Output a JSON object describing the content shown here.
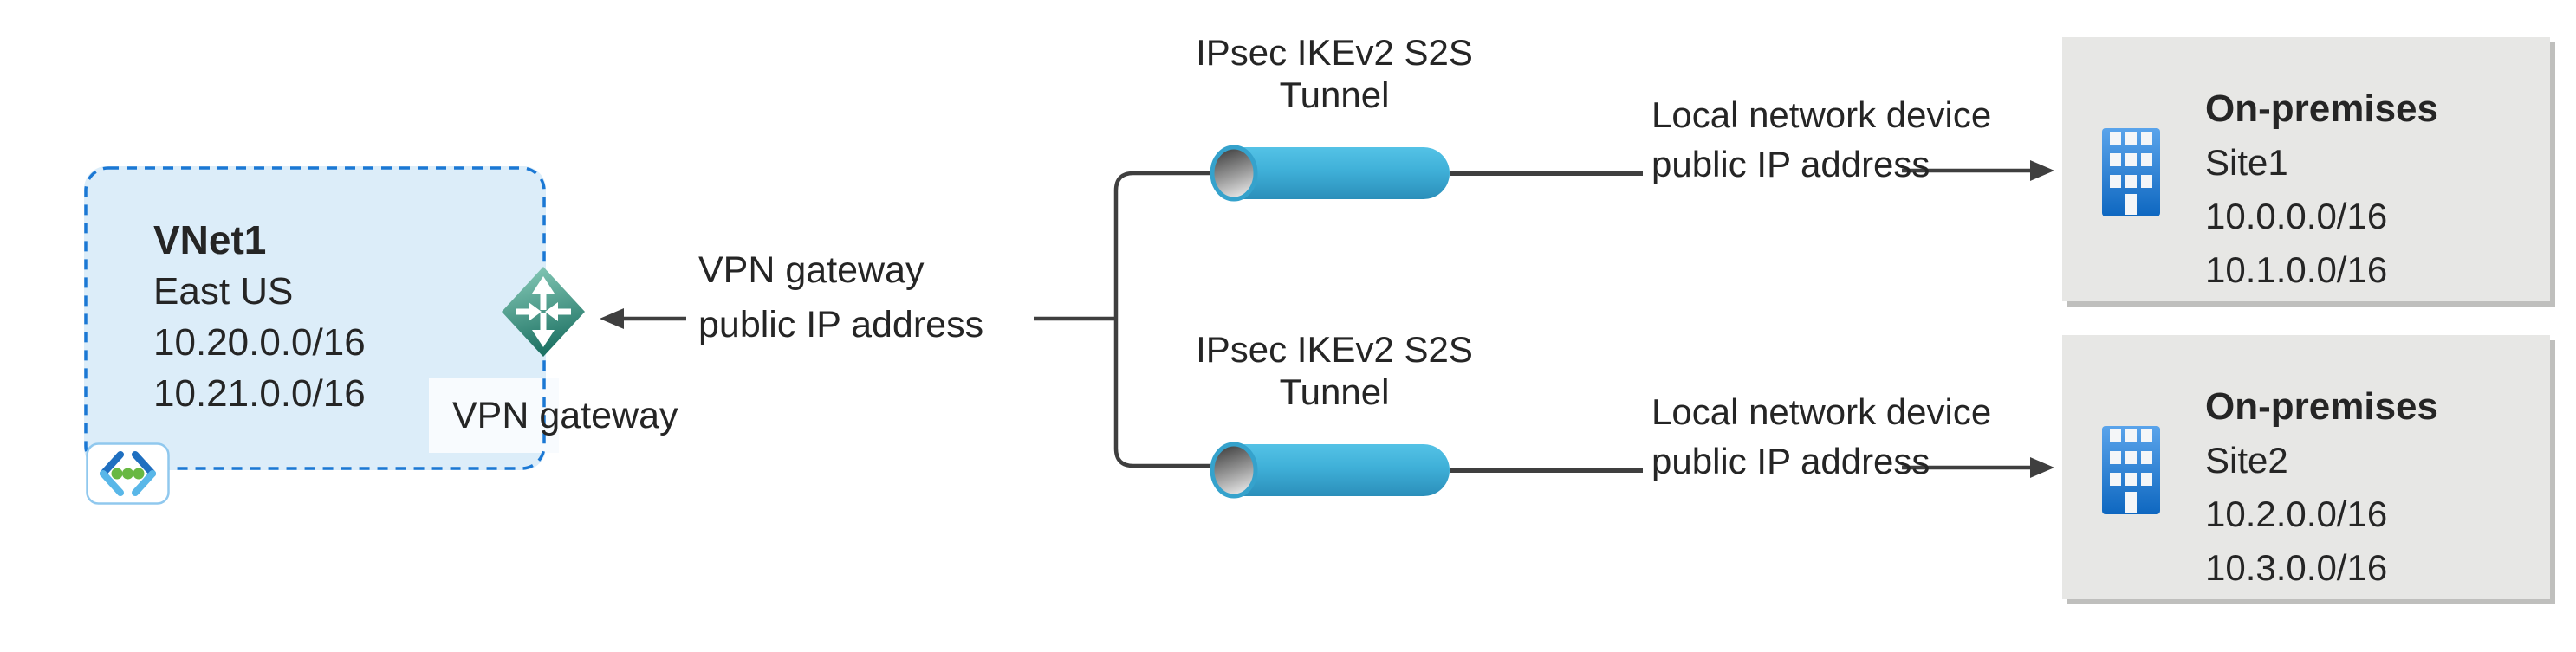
{
  "diagram": {
    "vnet": {
      "name": "VNet1",
      "region": "East US",
      "prefixes": [
        "10.20.0.0/16",
        "10.21.0.0/16"
      ],
      "gateway_label": "VPN gateway"
    },
    "gateway_public_ip_label": {
      "line1": "VPN gateway",
      "line2": "public IP address"
    },
    "tunnels": [
      {
        "line1": "IPsec IKEv2 S2S",
        "line2": "Tunnel"
      },
      {
        "line1": "IPsec IKEv2 S2S",
        "line2": "Tunnel"
      }
    ],
    "device_labels": [
      {
        "line1": "Local network device",
        "line2": "public IP address"
      },
      {
        "line1": "Local network device",
        "line2": "public IP address"
      }
    ],
    "sites": [
      {
        "title": "On-premises",
        "name": "Site1",
        "prefixes": [
          "10.0.0.0/16",
          "10.1.0.0/16"
        ]
      },
      {
        "title": "On-premises",
        "name": "Site2",
        "prefixes": [
          "10.2.0.0/16",
          "10.3.0.0/16"
        ]
      }
    ],
    "icons": {
      "vnet": "virtual-network-icon",
      "gateway": "vpn-gateway-icon",
      "tunnel": "tunnel-pipe-icon",
      "site": "building-icon"
    },
    "colors": {
      "vnet_fill": "#dcedf9",
      "vnet_border": "#1b78d4",
      "gateway_teal_light": "#88ccb9",
      "gateway_teal_dark": "#1f7365",
      "tunnel_top": "#54c2e6",
      "tunnel_bottom": "#2b8fba",
      "building_top": "#5aa4eb",
      "building_bottom": "#0e67c0",
      "site_box": "#e7e7e5",
      "connector_line": "#3f3f3f",
      "text": "#252525"
    }
  }
}
